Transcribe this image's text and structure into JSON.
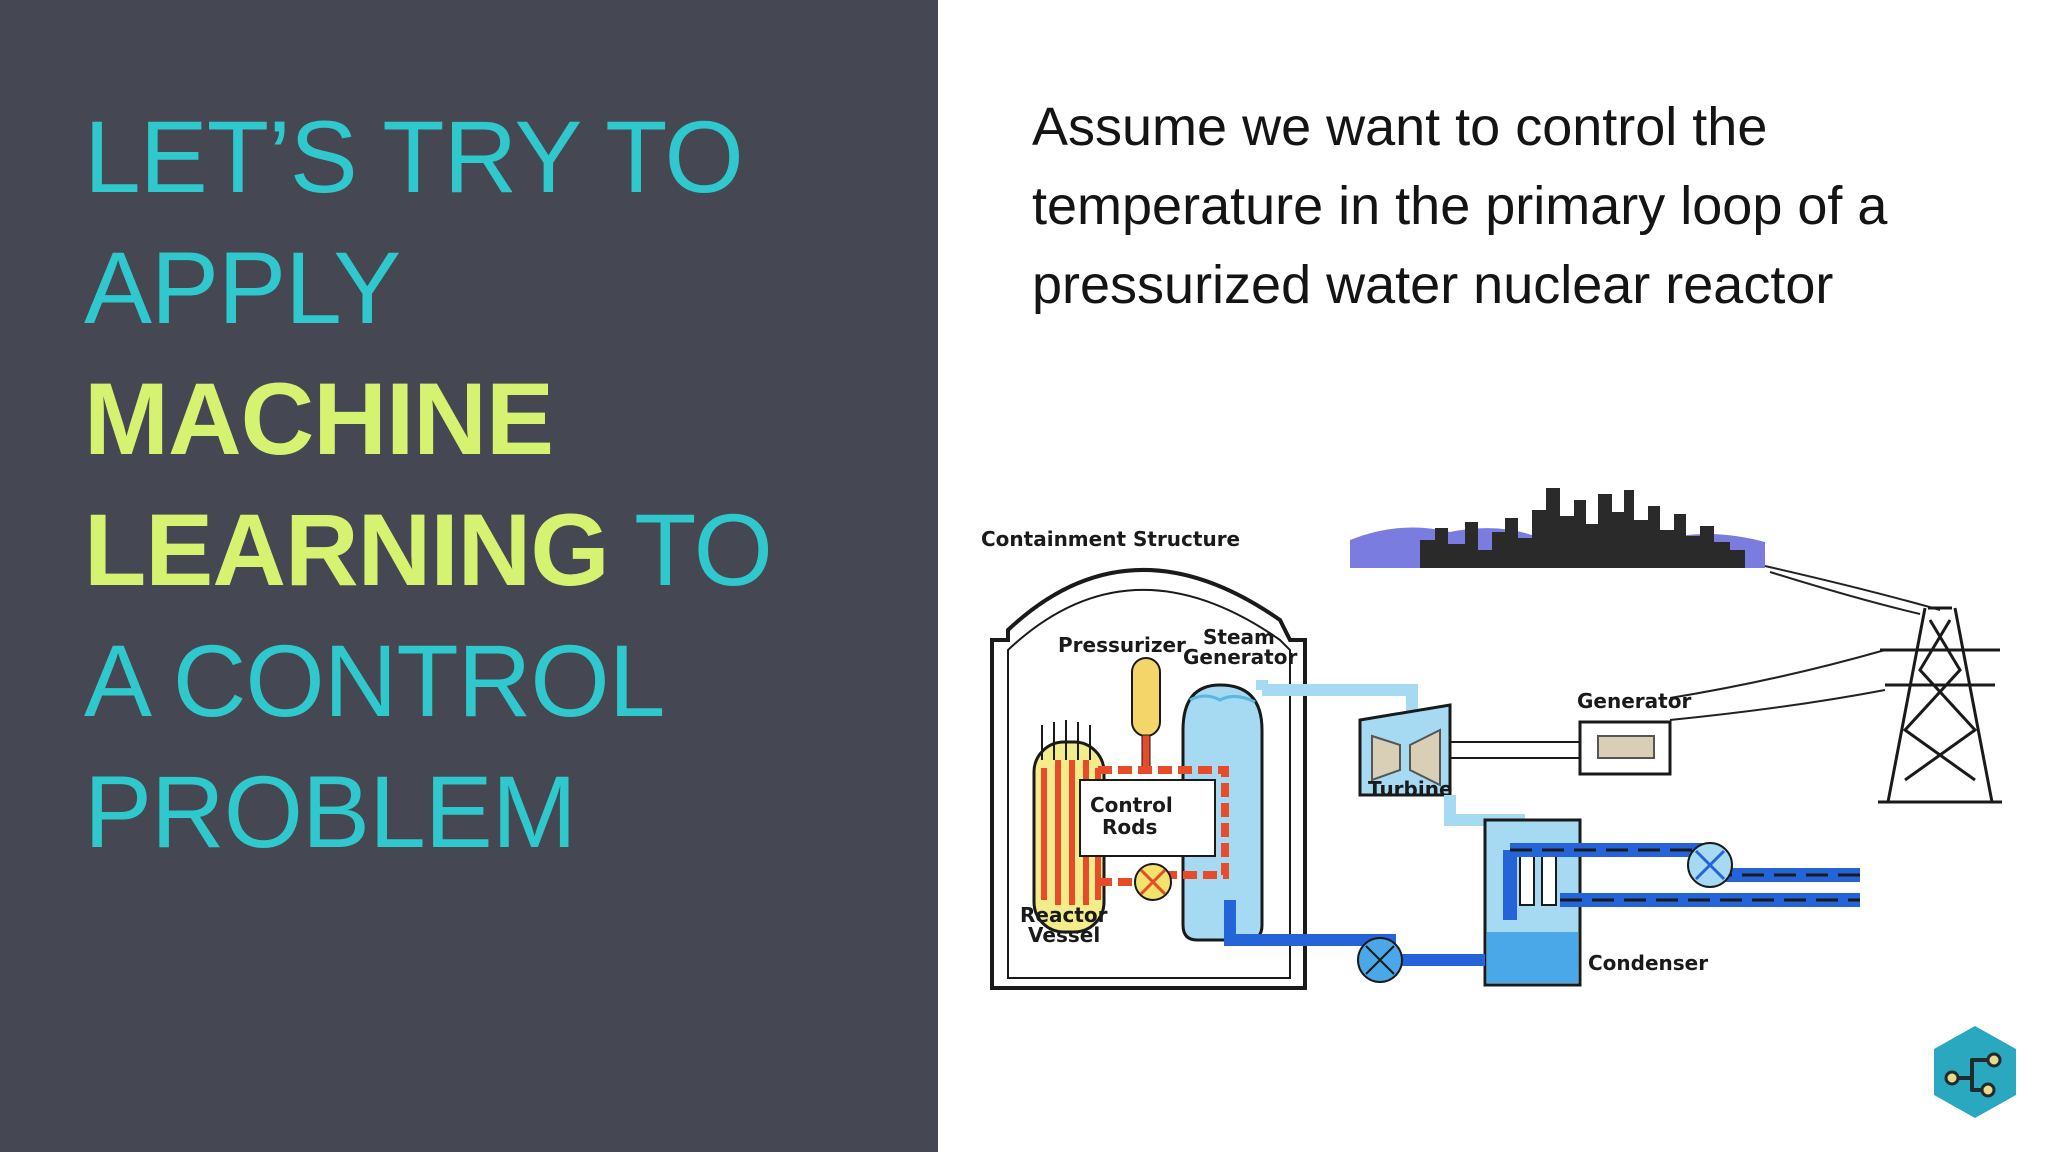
{
  "title": {
    "line1": "LET’S TRY TO",
    "line2": "APPLY",
    "line3": "MACHINE",
    "line4_highlight": "LEARNING",
    "line4_rest": " TO",
    "line5": "A CONTROL",
    "line6": "PROBLEM"
  },
  "description": "Assume we want to control the temperature in the primary loop of a pressurized water nuclear reactor",
  "diagram": {
    "containment_label": "Containment Structure",
    "pressurizer_label": "Pressurizer",
    "steam_generator_label_1": "Steam",
    "steam_generator_label_2": "Generator",
    "control_rods_label_1": "Control",
    "control_rods_label_2": "Rods",
    "reactor_vessel_label_1": "Reactor",
    "reactor_vessel_label_2": "Vessel",
    "turbine_label": "Turbine",
    "generator_label": "Generator",
    "condenser_label": "Condenser"
  },
  "colors": {
    "panel_background": "#454752",
    "title_color": "#2fc8cc",
    "highlight_color": "#d6f271",
    "logo_color": "#2aa8c0"
  },
  "icons": {
    "logo": "branch-node-icon"
  }
}
